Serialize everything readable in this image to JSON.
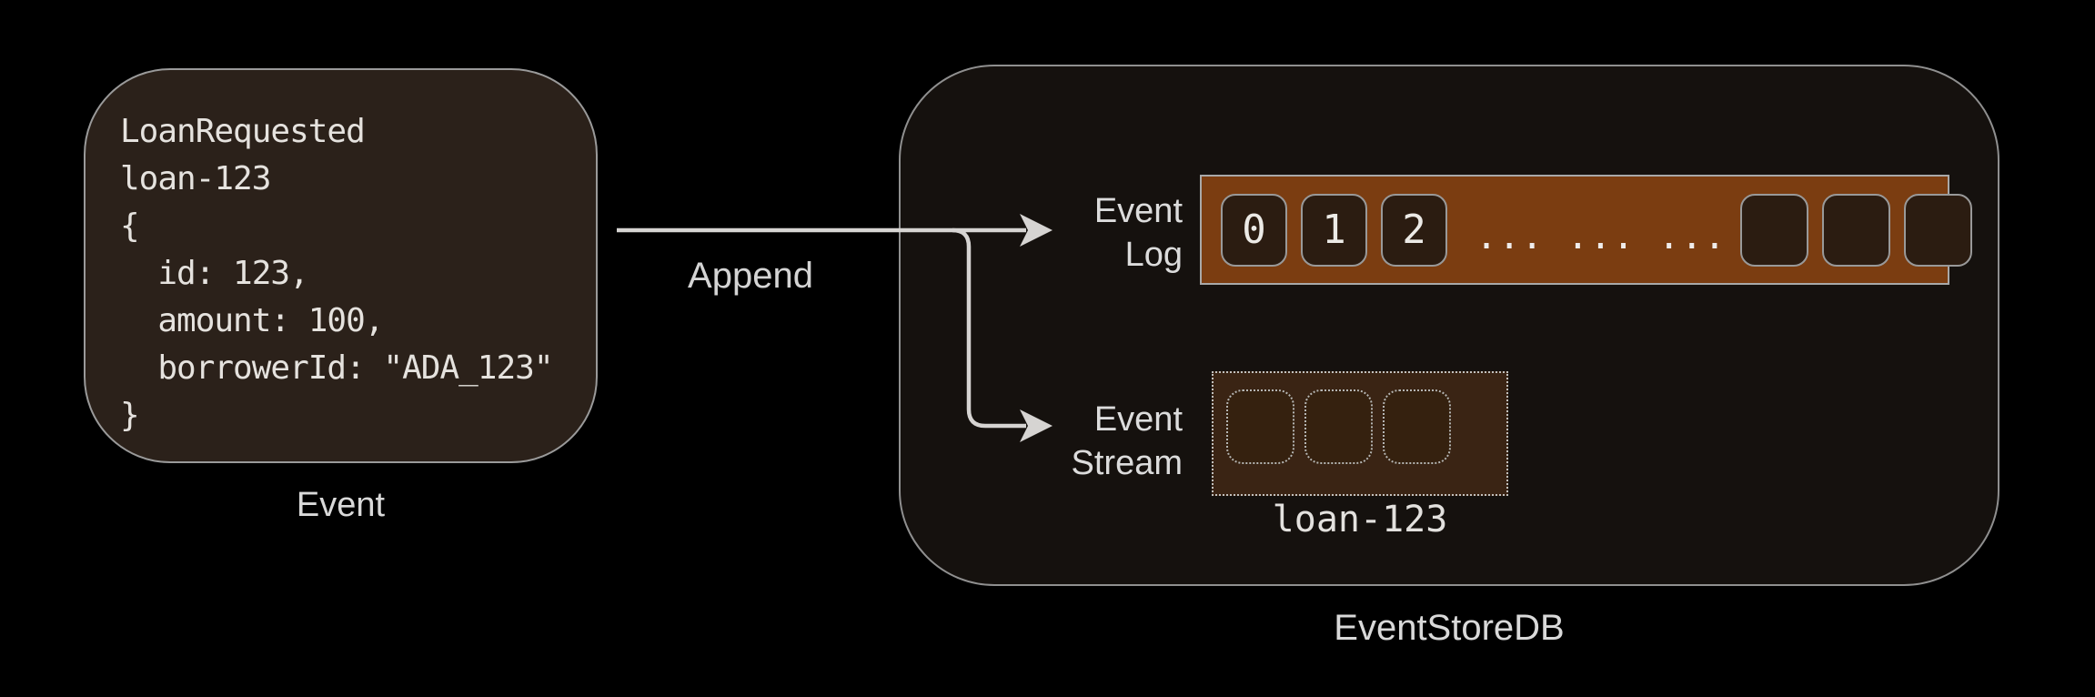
{
  "event_card": {
    "code_lines": [
      "LoanRequested",
      "loan-123",
      "{",
      "  id: 123,",
      "  amount: 100,",
      "  borrowerId: \"ADA_123\"",
      "}"
    ],
    "caption": "Event"
  },
  "append_arrow": {
    "label": "Append"
  },
  "event_store": {
    "caption": "EventStoreDB",
    "event_log": {
      "label_line1": "Event",
      "label_line2": "Log",
      "numbered_cells": [
        "0",
        "1",
        "2"
      ],
      "ellipsis": "... ... ...",
      "empty_cell_count": 3
    },
    "event_stream": {
      "label_line1": "Event",
      "label_line2": "Stream",
      "cell_count": 3,
      "caption": "loan-123"
    }
  },
  "colors": {
    "background": "#000000",
    "arrow": "#d6d4d2",
    "label_text": "#d9d9d9",
    "code_text": "#e5e2de",
    "event_card_fill": "#2b211a",
    "event_card_border": "#9a9a9a",
    "store_fill": "#15110e",
    "store_border": "#8f8f8f",
    "log_bar_fill": "#7b3d11",
    "log_cell_fill": "#2b1c11",
    "stream_box_fill": "#3a2414"
  }
}
